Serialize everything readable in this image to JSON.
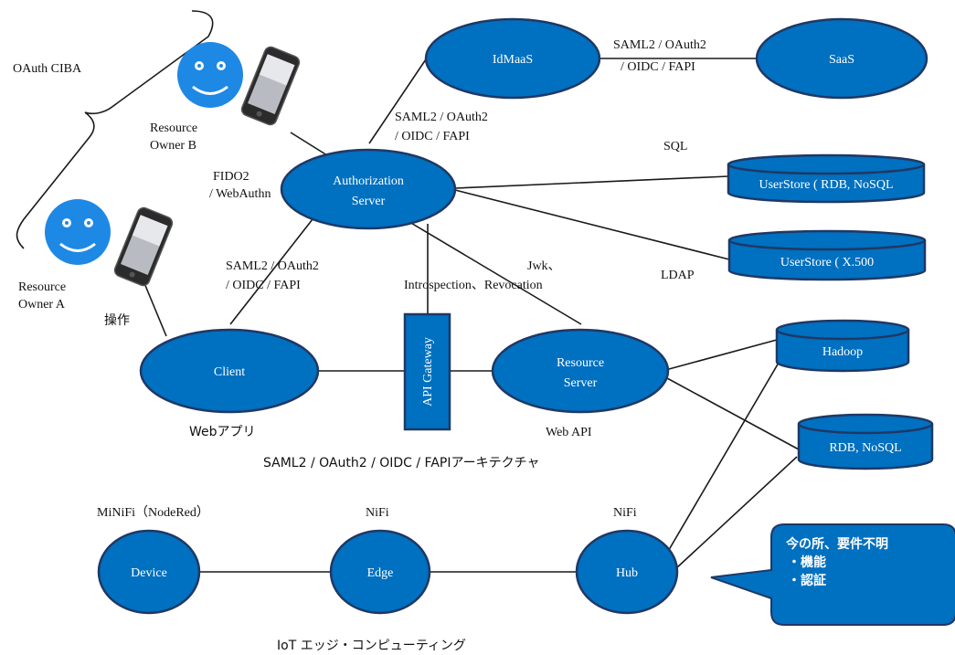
{
  "colors": {
    "node_fill": "#0070c0",
    "node_stroke": "#1f3864",
    "face": "#1e88e5",
    "line": "#1a1a1a",
    "callout_fill": "#0070c0"
  },
  "nodes": {
    "idmaas": "IdMaaS",
    "saas": "SaaS",
    "auth_server_line1": "Authorization",
    "auth_server_line2": "Server",
    "client": "Client",
    "resource_server_line1": "Resource",
    "resource_server_line2": "Server",
    "api_gateway": "API Gateway",
    "userstore_rdb": "UserStore ( RDB, NoSQL",
    "userstore_x500": "UserStore ( X.500",
    "hadoop": "Hadoop",
    "rdb_nosql": "RDB, NoSQL",
    "device": "Device",
    "edge": "Edge",
    "hub": "Hub"
  },
  "labels": {
    "oauth_ciba": "OAuth CIBA",
    "resource_owner_b_line1": "Resource",
    "resource_owner_b_line2": "Owner B",
    "resource_owner_a_line1": "Resource",
    "resource_owner_a_line2": "Owner A",
    "operation": "操作",
    "fido_line1": "FIDO2",
    "fido_line2": "/ WebAuthn",
    "saml_idmaas_saas_line1": "SAML2 / OAuth2",
    "saml_idmaas_saas_line2": "/ OIDC / FAPI",
    "saml_auth_idmaas_line1": "SAML2 / OAuth2",
    "saml_auth_idmaas_line2": "/ OIDC / FAPI",
    "saml_client_line1": "SAML2 / OAuth2",
    "saml_client_line2": "/ OIDC / FAPI",
    "sql": "SQL",
    "ldap": "LDAP",
    "jwk": "Jwk、",
    "introspection": "Introspection、Revocation",
    "web_app": "Webアプリ",
    "web_api": "Web API",
    "architecture_caption": "SAML2 / OAuth2 / OIDC / FAPIアーキテクチャ",
    "minifi": "MiNiFi（NodeRed）",
    "nifi_edge": "NiFi",
    "nifi_hub": "NiFi",
    "iot_caption": "IoT エッジ・コンピューティング"
  },
  "callout": {
    "line1": "今の所、要件不明",
    "line2": "・機能",
    "line3": "・認証"
  }
}
